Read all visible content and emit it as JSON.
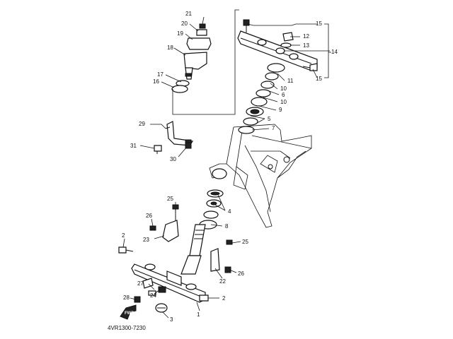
{
  "diagram": {
    "callouts": {
      "p1": "1",
      "p2a": "2",
      "p2b": "2",
      "p3": "3",
      "p4": "4",
      "p5": "5",
      "p6": "6",
      "p7": "7",
      "p8": "8",
      "p9": "9",
      "p10a": "10",
      "p10b": "10",
      "p11": "11",
      "p12": "12",
      "p13": "13",
      "p14": "14",
      "p15a": "15",
      "p15b": "15",
      "p16": "16",
      "p17": "17",
      "p18": "18",
      "p19": "19",
      "p20": "20",
      "p21": "21",
      "p22": "22",
      "p23": "23",
      "p24": "24",
      "p25a": "25",
      "p25b": "25",
      "p26a": "26",
      "p26b": "26",
      "p27": "27",
      "p28": "28",
      "p29": "29",
      "p30": "30",
      "p31": "31"
    },
    "fwd_label": "FWD",
    "drawing_code": "4VR1300-7230"
  }
}
